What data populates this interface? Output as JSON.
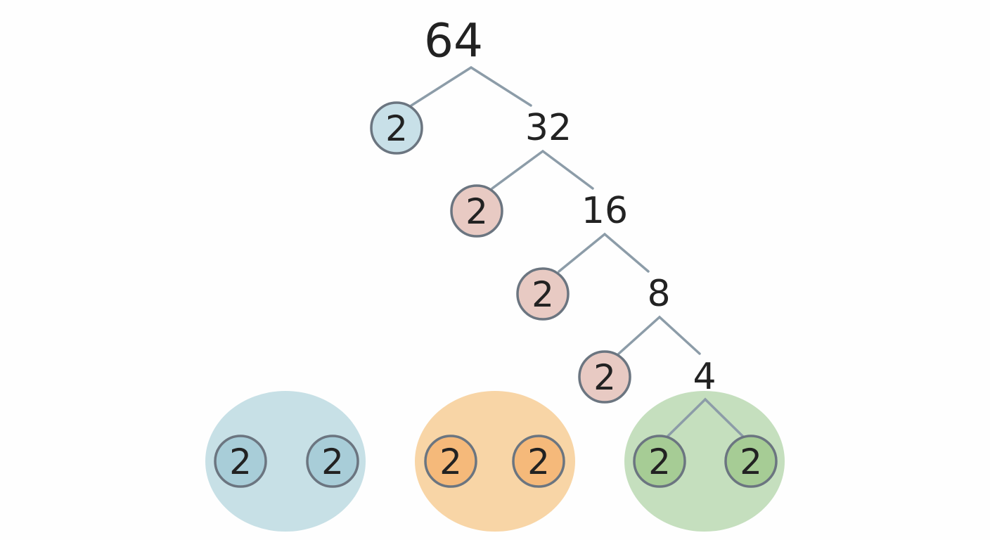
{
  "tree": {
    "root": "64",
    "chain": [
      {
        "prime": "2",
        "composite": "32"
      },
      {
        "prime": "2",
        "composite": "16"
      },
      {
        "prime": "2",
        "composite": "8"
      },
      {
        "prime": "2",
        "composite": "4"
      }
    ],
    "final_split": [
      "2",
      "2"
    ]
  },
  "groups": [
    {
      "factors": [
        "2",
        "2"
      ],
      "color": "#c7e0e6"
    },
    {
      "factors": [
        "2",
        "2"
      ],
      "color": "#f8d5a6"
    },
    {
      "factors": [
        "2",
        "2"
      ],
      "color": "#c5dfbe"
    }
  ],
  "colors": {
    "branch": "#8c9ca8",
    "ring": "#6b7580",
    "text": "#222222",
    "top_prime_fill": "#c8e0e8",
    "chain_prime_fill": "#e8cac3",
    "group_prime_fills": [
      "#a8cdd8",
      "#f5b97a",
      "#a6cc95"
    ]
  }
}
